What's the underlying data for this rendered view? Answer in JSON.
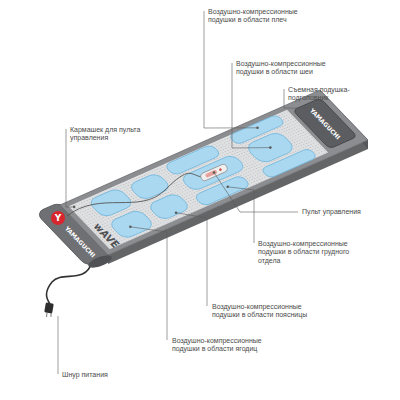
{
  "diagram": {
    "labels": [
      "Воздушно-компрессионные подушки в области плеч",
      "Воздушно-компрессионные подушки в области шеи",
      "Съемная подушка-подголовник",
      "Кармашек для пульта управления",
      "Пульт управления",
      "Воздушно-компрессионные подушки в области грудного отдела",
      "Воздушно-компрессионные подушки в области поясницы",
      "Воздушно-компрессионные подушки в области ягодиц",
      "Шнур питания",
      "wAVE",
      "YAMAGUCHI",
      "YAMAGUCHI",
      "Y"
    ]
  }
}
